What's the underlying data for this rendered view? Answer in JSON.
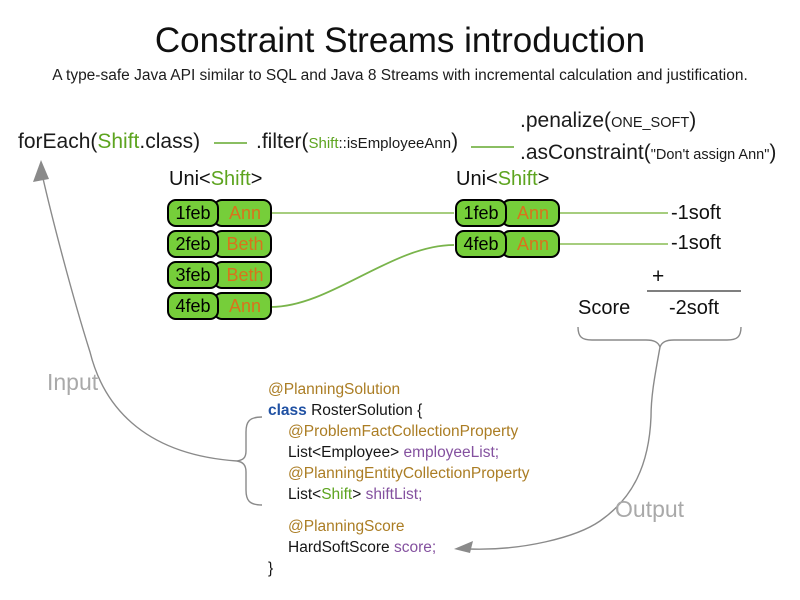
{
  "title": "Constraint Streams introduction",
  "subtitle": "A type-safe Java API similar to SQL and Java 8 Streams with incremental calculation and justification.",
  "flow": {
    "foreach_pre": "forEach(",
    "foreach_type": "Shift",
    "foreach_post": ".class)",
    "filter_pre": ".filter(",
    "filter_type": "Shift",
    "filter_method": "::isEmployeeAnn",
    "filter_post": ")",
    "penalize_pre": ".penalize(",
    "penalize_arg": "ONE_SOFT",
    "penalize_post": ")",
    "asconstraint_pre": ".asConstraint(",
    "asconstraint_arg": "\"Don't assign Ann\"",
    "asconstraint_post": ")"
  },
  "streams": {
    "left": {
      "label_pre": "Uni<",
      "label_type": "Shift",
      "label_post": ">",
      "rows": [
        {
          "date": "1feb",
          "name": "Ann"
        },
        {
          "date": "2feb",
          "name": "Beth"
        },
        {
          "date": "3feb",
          "name": "Beth"
        },
        {
          "date": "4feb",
          "name": "Ann"
        }
      ]
    },
    "right": {
      "label_pre": "Uni<",
      "label_type": "Shift",
      "label_post": ">",
      "rows": [
        {
          "date": "1feb",
          "name": "Ann"
        },
        {
          "date": "4feb",
          "name": "Ann"
        }
      ]
    }
  },
  "score_panel": {
    "penalties": [
      "-1soft",
      "-1soft"
    ],
    "plus_sign": "+",
    "score_label": "Score",
    "total": "-2soft"
  },
  "flow_labels": {
    "input": "Input",
    "output": "Output"
  },
  "code": {
    "annotation_planning_solution": "@PlanningSolution",
    "class_keyword": "class",
    "class_declaration": " RosterSolution {",
    "annotation_problem_fact": "@ProblemFactCollectionProperty",
    "employee_list_type": "List<Employee> ",
    "employee_list_var": "employeeList;",
    "annotation_planning_entity": "@PlanningEntityCollectionProperty",
    "shift_list_pre": "List<",
    "shift_list_type": "Shift",
    "shift_list_mid": "> ",
    "shift_list_var": "shiftList;",
    "annotation_planning_score": "@PlanningScore",
    "score_field_type": "HardSoftScore ",
    "score_field_var": "score;",
    "closing_brace": "}"
  },
  "colors": {
    "green-text": "#5da41f",
    "green-fill": "#76ce3a",
    "green-line": "#a6cd7e",
    "green-line-mid": "#79b44b",
    "orange-text": "#d9731c",
    "annotation-brown": "#ab7d24",
    "keyword-blue": "#2051a3",
    "identifier-purple": "#84519f",
    "arrow-gray": "#8a8a8a",
    "label-gray": "#a9a9a9",
    "line-gray": "#7f7f7f"
  }
}
